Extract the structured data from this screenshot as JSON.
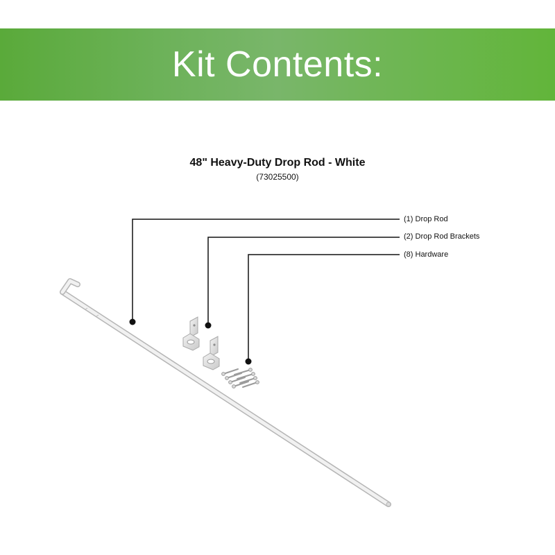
{
  "banner": {
    "title": "Kit Contents:"
  },
  "product": {
    "title": "48\" Heavy-Duty Drop Rod - White",
    "sku": "(73025500)"
  },
  "callouts": [
    {
      "label": "(1) Drop Rod"
    },
    {
      "label": "(2) Drop Rod Brackets"
    },
    {
      "label": "(8) Hardware"
    }
  ],
  "colors": {
    "banner_left": "#5aaa3a",
    "banner_right": "#62b53a",
    "leader_line": "#111111"
  }
}
